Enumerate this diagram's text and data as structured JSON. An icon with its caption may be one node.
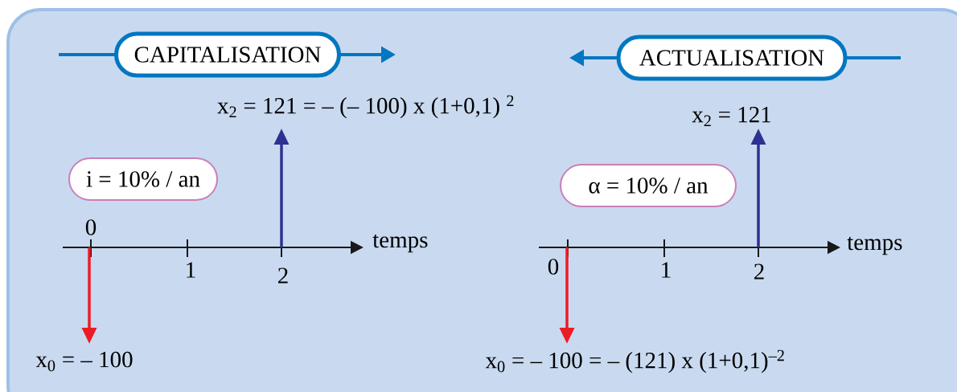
{
  "diagram": {
    "nodes": [
      {
        "text": [
          "CAPITALISATION"
        ]
      },
      {
        "text": [
          "ACTUALISATION"
        ]
      },
      {
        "text": [
          "i = 10% / an"
        ]
      },
      {
        "text": [
          "α = 10%  / an"
        ]
      }
    ],
    "labels": [
      "x$_{2}$ = 121 = – (– 100) x (1+0,1) $^{2}$",
      "0",
      "temps",
      "1",
      "2",
      "x$_{0}$ = – 100",
      "x$_{2}$ = 121",
      "temps",
      "0",
      "1",
      "2",
      "x$_{0}$ = – 100 = – (121) x (1+0,1)$^{–2}$"
    ]
  }
}
